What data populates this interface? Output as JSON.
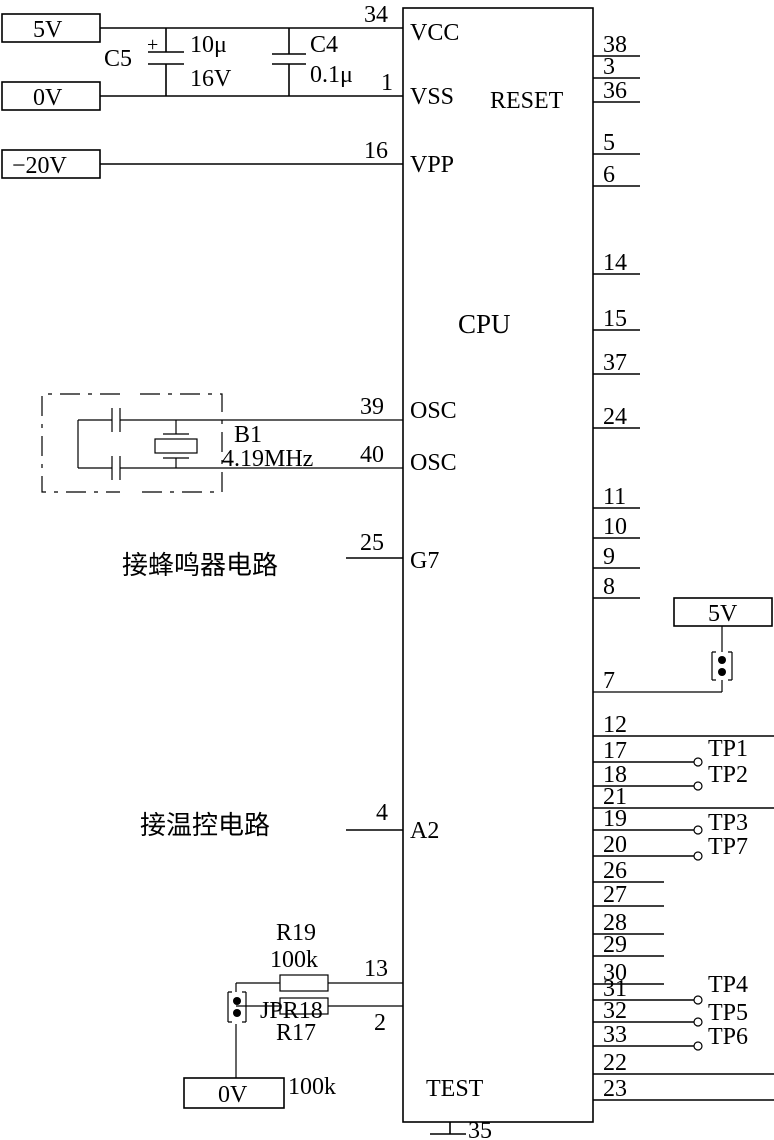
{
  "chip": {
    "name": "CPU",
    "left_pins": [
      {
        "num": "34",
        "label": "VCC"
      },
      {
        "num": "1",
        "label": "VSS"
      },
      {
        "num": "16",
        "label": "VPP"
      },
      {
        "num": "39",
        "label": "OSC"
      },
      {
        "num": "40",
        "label": "OSC"
      },
      {
        "num": "25",
        "label": "G7"
      },
      {
        "num": "4",
        "label": "A2"
      },
      {
        "num": "13",
        "label": ""
      },
      {
        "num": "2",
        "label": ""
      }
    ],
    "reset_label": "RESET",
    "test_label": "TEST",
    "test_pin": "35",
    "right_pins": [
      "38",
      "3",
      "36",
      "5",
      "6",
      "14",
      "15",
      "37",
      "24",
      "11",
      "10",
      "9",
      "8",
      "7",
      "12",
      "17",
      "18",
      "21",
      "19",
      "20",
      "26",
      "27",
      "28",
      "29",
      "30",
      "31",
      "32",
      "33",
      "22",
      "23"
    ]
  },
  "supplies": {
    "vcc": "5V",
    "vss": "0V",
    "vpp": "−20V",
    "jumper_supply": "5V",
    "bottom_ground": "0V"
  },
  "components": {
    "c5": {
      "ref": "C5",
      "value": "10μ",
      "voltage": "16V",
      "polarity": "+"
    },
    "c4": {
      "ref": "C4",
      "value": "0.1μ"
    },
    "b1": {
      "ref": "B1",
      "freq": "4.19MHz"
    },
    "r19": {
      "ref": "R19",
      "value": "100k"
    },
    "r17": {
      "ref": "R17",
      "value": "100k"
    },
    "jpr18": {
      "ref": "JPR18"
    }
  },
  "annotations": {
    "buzzer": "接蜂鸣器电路",
    "temp": "接温控电路"
  },
  "test_points": [
    "TP1",
    "TP2",
    "TP3",
    "TP7",
    "TP4",
    "TP5",
    "TP6"
  ]
}
